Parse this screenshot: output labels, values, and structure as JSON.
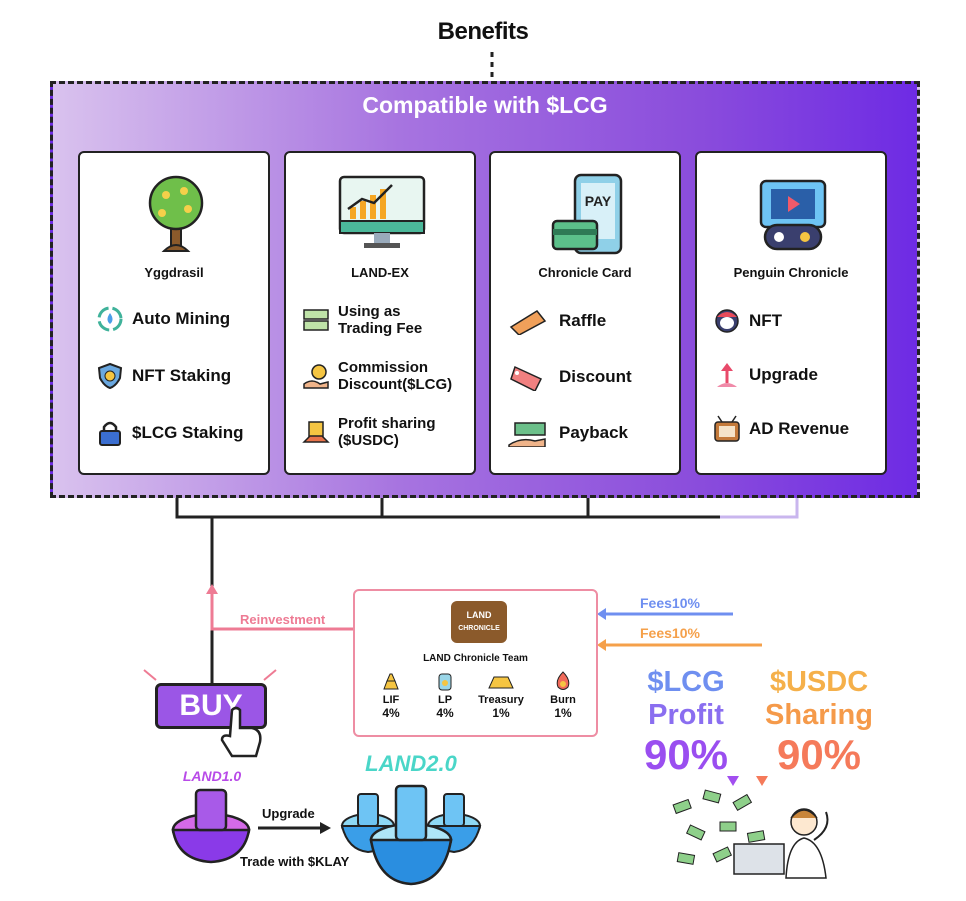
{
  "title": "Benefits",
  "compatible": "Compatible with $LCG",
  "cards": [
    {
      "name": "Yggdrasil",
      "icon": "tree-icon",
      "items": [
        {
          "label": "Auto Mining",
          "icon": "recycle-drop-icon"
        },
        {
          "label": "NFT Staking",
          "icon": "shield-coin-icon"
        },
        {
          "label": "$LCG Staking",
          "icon": "lock-icon"
        }
      ]
    },
    {
      "name": "LAND-EX",
      "icon": "chart-monitor-icon",
      "items": [
        {
          "label1": "Using as",
          "label2": "Trading Fee",
          "icon": "cash-icon"
        },
        {
          "label1": "Commission",
          "label2": "Discount($LCG)",
          "icon": "coin-hand-icon"
        },
        {
          "label1": "Profit sharing",
          "label2": "($USDC)",
          "icon": "money-bag-icon"
        }
      ]
    },
    {
      "name": "Chronicle Card",
      "icon": "pay-phone-card-icon",
      "pay_text": "PAY",
      "items": [
        {
          "label": "Raffle",
          "icon": "ticket-icon"
        },
        {
          "label": "Discount",
          "icon": "sale-tag-icon"
        },
        {
          "label": "Payback",
          "icon": "cash-hand-icon"
        }
      ]
    },
    {
      "name": "Penguin Chronicle",
      "icon": "game-screen-icon",
      "items": [
        {
          "label": "NFT",
          "icon": "penguin-icon"
        },
        {
          "label": "Upgrade",
          "icon": "upgrade-icon"
        },
        {
          "label": "AD Revenue",
          "icon": "tv-ad-icon"
        }
      ]
    }
  ],
  "flows": {
    "reinvestment": "Reinvestment",
    "fees_lcg": "Fees10%",
    "fees_usdc": "Fees10%"
  },
  "team": {
    "logo1": "LAND",
    "logo2": "CHRONICLE",
    "name": "LAND Chronicle Team",
    "distribution": [
      {
        "label": "LIF",
        "value": "4%",
        "icon": "gold-stack-icon"
      },
      {
        "label": "LP",
        "value": "4%",
        "icon": "jar-icon"
      },
      {
        "label": "Treasury",
        "value": "1%",
        "icon": "gold-bar-icon"
      },
      {
        "label": "Burn",
        "value": "1%",
        "icon": "fire-coin-icon"
      }
    ]
  },
  "profit": {
    "token": "$LCG",
    "word": "Profit",
    "pct": "90%"
  },
  "sharing": {
    "token": "$USDC",
    "word": "Sharing",
    "pct": "90%"
  },
  "buy_label": "BUY",
  "land1": "LAND1.0",
  "land2": "LAND2.0",
  "upgrade": "Upgrade",
  "trade": "Trade with $KLAY",
  "colors": {
    "purple": "#8a4cdc",
    "lcg": "#7b5ff0",
    "usdc": "#f5a04a",
    "reinvest": "#ee7b94"
  }
}
